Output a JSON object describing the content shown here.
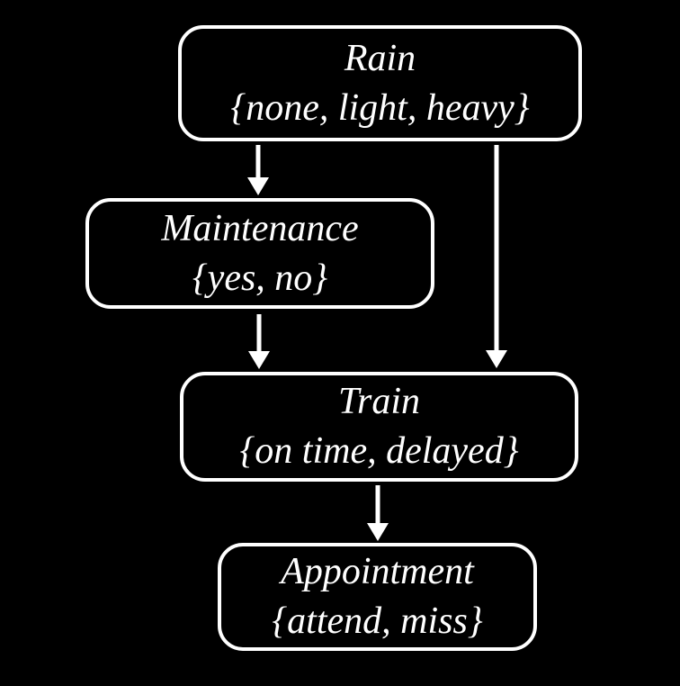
{
  "diagram": {
    "type": "bayesian-network",
    "background_color": "#000000",
    "node_border_color": "#ffffff",
    "text_color": "#ffffff",
    "nodes": {
      "rain": {
        "label": "Rain",
        "values": "{none, light, heavy}"
      },
      "maintenance": {
        "label": "Maintenance",
        "values": "{yes, no}"
      },
      "train": {
        "label": "Train",
        "values": "{on time, delayed}"
      },
      "appointment": {
        "label": "Appointment",
        "values": "{attend, miss}"
      }
    },
    "edges": [
      {
        "from": "Rain",
        "to": "Maintenance"
      },
      {
        "from": "Rain",
        "to": "Train"
      },
      {
        "from": "Maintenance",
        "to": "Train"
      },
      {
        "from": "Train",
        "to": "Appointment"
      }
    ]
  }
}
